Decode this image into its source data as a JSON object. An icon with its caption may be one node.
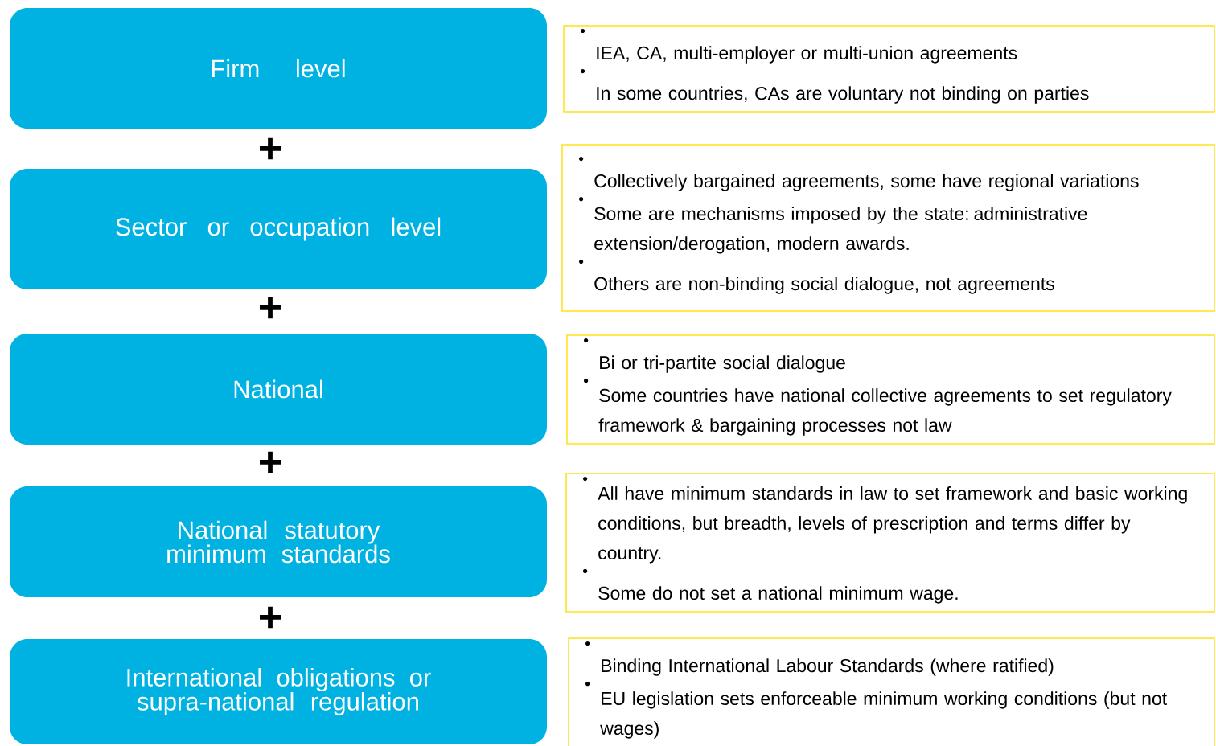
{
  "diagram": {
    "nodes": [
      {
        "text": [
          "Firm level"
        ]
      },
      {
        "text": [
          "IEA, CA, multi-employer or multi-union agreements",
          "In some countries, CAs are voluntary not binding on parties"
        ]
      },
      {
        "text": [
          "Sector or occupation level"
        ]
      },
      {
        "text": [
          "Collectively bargained agreements, some have regional variations",
          "Some are mechanisms imposed by the state: administrative extension/derogation, modern awards.",
          "Others are non-binding social dialogue, not agreements"
        ]
      },
      {
        "text": [
          "National"
        ]
      },
      {
        "text": [
          "Bi or tri-partite social dialogue",
          "Some countries have national collective agreements to set regulatory framework & bargaining processes not law"
        ]
      },
      {
        "text": [
          "National statutory minimum standards"
        ]
      },
      {
        "text": [
          "All have minimum standards in law to set framework and basic working conditions,  but breadth, levels of prescription and terms differ by country.",
          "Some do not set a national minimum wage."
        ]
      },
      {
        "text": [
          "International obligations or supra-national regulation"
        ]
      },
      {
        "text": [
          "Binding International Labour Standards (where ratified)",
          "EU legislation sets enforceable minimum working conditions (but not wages)"
        ]
      }
    ],
    "labels": [
      "+",
      "+",
      "+",
      "+"
    ]
  }
}
